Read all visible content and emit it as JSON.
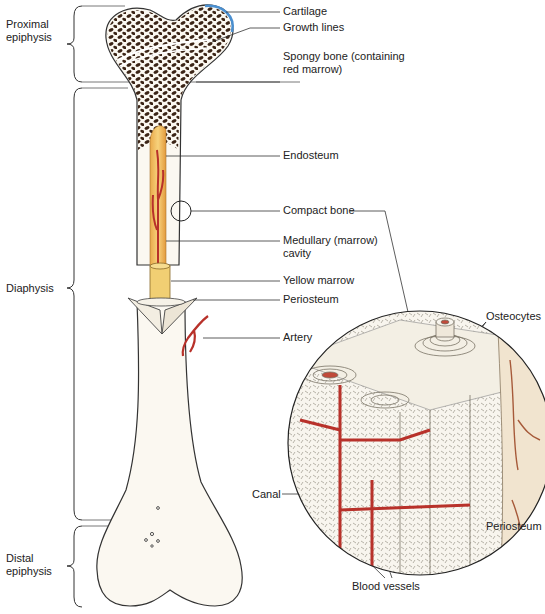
{
  "diagram": {
    "labels": [
      "Proximal epiphysis",
      "Cartilage",
      "Growth lines",
      "Spongy bone (containing red marrow)",
      "Endosteum",
      "Compact bone",
      "Medullary (marrow) cavity",
      "Yellow marrow",
      "Periosteum",
      "Artery",
      "Diaphysis",
      "Osteocytes",
      "Canal",
      "Blood vessels",
      "Periosteum",
      "Distal epiphysis"
    ]
  }
}
